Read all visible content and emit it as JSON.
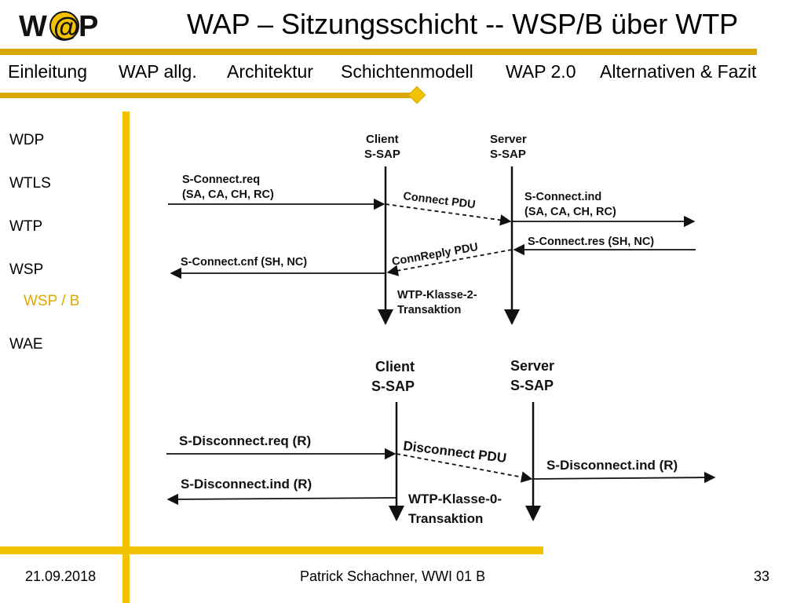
{
  "logo": {
    "text": "WAP"
  },
  "title": "WAP – Sitzungsschicht -- WSP/B über WTP",
  "nav": {
    "items": [
      {
        "label": "Einleitung"
      },
      {
        "label": "WAP allg."
      },
      {
        "label": "Architektur"
      },
      {
        "label": "Schichtenmodell"
      },
      {
        "label": "WAP 2.0"
      },
      {
        "label": "Alternativen & Fazit"
      }
    ]
  },
  "sidebar": {
    "items": [
      {
        "label": "WDP"
      },
      {
        "label": "WTLS"
      },
      {
        "label": "WTP"
      },
      {
        "label": "WSP"
      },
      {
        "label": "WSP / B"
      },
      {
        "label": "WAE"
      }
    ]
  },
  "diagram_top": {
    "client_l1": "Client",
    "client_l2": "S-SAP",
    "server_l1": "Server",
    "server_l2": "S-SAP",
    "connect_req_l1": "S-Connect.req",
    "connect_req_l2": "(SA, CA, CH, RC)",
    "connect_pdu": "Connect PDU",
    "connect_ind_l1": "S-Connect.ind",
    "connect_ind_l2": "(SA, CA, CH, RC)",
    "connect_res": "S-Connect.res (SH, NC)",
    "connreply_pdu": "ConnReply PDU",
    "connect_cnf": "S-Connect.cnf (SH, NC)",
    "wtp_l1": "WTP-Klasse-2-",
    "wtp_l2": "Transaktion"
  },
  "diagram_bottom": {
    "client_l1": "Client",
    "client_l2": "S-SAP",
    "server_l1": "Server",
    "server_l2": "S-SAP",
    "disconnect_req": "S-Disconnect.req (R)",
    "disconnect_pdu": "Disconnect PDU",
    "disconnect_ind_server": "S-Disconnect.ind (R)",
    "disconnect_ind_client": "S-Disconnect.ind (R)",
    "wtp_l1": "WTP-Klasse-0-",
    "wtp_l2": "Transaktion"
  },
  "footer": {
    "date": "21.09.2018",
    "author": "Patrick Schachner, WWI 01 B",
    "page": "33"
  }
}
